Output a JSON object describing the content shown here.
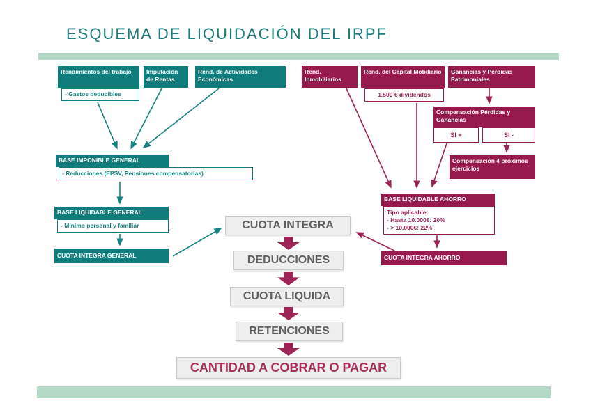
{
  "title": "ESQUEMA DE LIQUIDACIÓN DEL IRPF",
  "colors": {
    "teal": "#107c7b",
    "maroon": "#971a4e",
    "divider_bar": "#b4dac7",
    "gray_box_bg": "#eeeeee",
    "gray_box_text": "#5e5e5e",
    "result_text": "#ab2f5c",
    "teal_arrow": "#15827f",
    "maroon_arrow": "#9d2257"
  },
  "left_flow": {
    "rendimientos": {
      "label": "Rendimientos del trabajo",
      "note": "- Gastos deducibles"
    },
    "imputacion": {
      "label": "Imputación de Rentas"
    },
    "actividades": {
      "label": "Rend. de Actividades Económicas"
    },
    "base_imponible": {
      "label": "BASE IMPONIBLE GENERAL",
      "note": "- Reducciones (EPSV, Pensiones compensatorias)"
    },
    "base_liquidable": {
      "label": "BASE LIQUIDABLE GENERAL",
      "note": "- Mínimo personal y familiar"
    },
    "cuota_integra_general": {
      "label": "CUOTA INTEGRA GENERAL"
    }
  },
  "right_flow": {
    "inmobiliarios": {
      "label": "Rend. Inmobiliarios"
    },
    "capital_mobiliario": {
      "label": "Rend. del Capital Mobiliario",
      "note": "1.500 € dividendos"
    },
    "ganancias_perdidas": {
      "label": "Ganancias y Pérdidas Patrimoniales"
    },
    "compensacion": {
      "label": "Compensación Pérdidas y Ganancias",
      "si_plus": "SI +",
      "si_minus": "SI -"
    },
    "compensacion_4": {
      "label": "Compensación 4 próximos ejercicios"
    },
    "base_ahorro": {
      "label": "BASE LIQUIDABLE AHORRO",
      "note_lines": [
        "Tipo aplicable:",
        "- Hasta 10.000€: 20%",
        "- > 10.000€: 22%"
      ]
    },
    "cuota_integra_ahorro": {
      "label": "CUOTA INTEGRA AHORRO"
    }
  },
  "center_flow": [
    "CUOTA INTEGRA",
    "DEDUCCIONES",
    "CUOTA LIQUIDA",
    "RETENCIONES",
    "CANTIDAD A COBRAR O PAGAR"
  ]
}
